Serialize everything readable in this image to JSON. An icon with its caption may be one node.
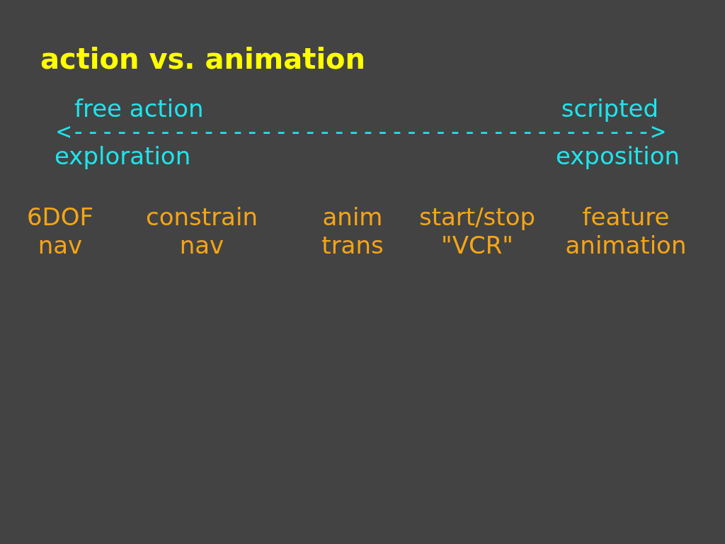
{
  "diagram": {
    "title": "action vs. animation",
    "labels": [
      "free action",
      "scripted",
      "<---------------------------------------->",
      "exploration",
      "exposition",
      "6DOF nav",
      "constrain nav",
      "anim trans",
      "start/stop \"VCR\"",
      "feature animation"
    ]
  }
}
